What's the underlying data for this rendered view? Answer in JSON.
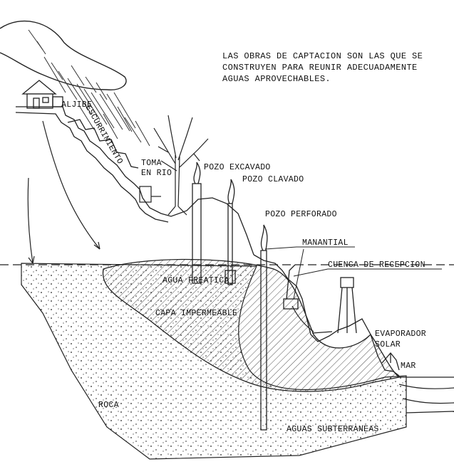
{
  "caption": {
    "line1": "LAS OBRAS DE CAPTACION SON LAS QUE SE",
    "line2": "CONSTRUYEN PARA REUNIR ADECUADAMENTE",
    "line3": "AGUAS APROVECHABLES."
  },
  "labels": {
    "aljibe": "ALJIBE",
    "escurrimiento": "ESCURRIMIENTO",
    "toma_line1": "TOMA",
    "toma_line2": "EN RIO",
    "pozo_excavado": "POZO EXCAVADO",
    "pozo_clavado": "POZO CLAVADO",
    "pozo_perforado": "POZO PERFORADO",
    "manantial": "MANANTIAL",
    "cuenca": "CUENCA DE RECEPCION",
    "agua_freatica": "AGUA FREATICA",
    "capa_impermeable": "CAPA IMPERMEABLE",
    "evaporador_line1": "EVAPORADOR",
    "evaporador_line2": "SOLAR",
    "mar": "MAR",
    "roca": "ROCA",
    "aguas_subterraneas": "AGUAS SUBTERRANEAS"
  }
}
